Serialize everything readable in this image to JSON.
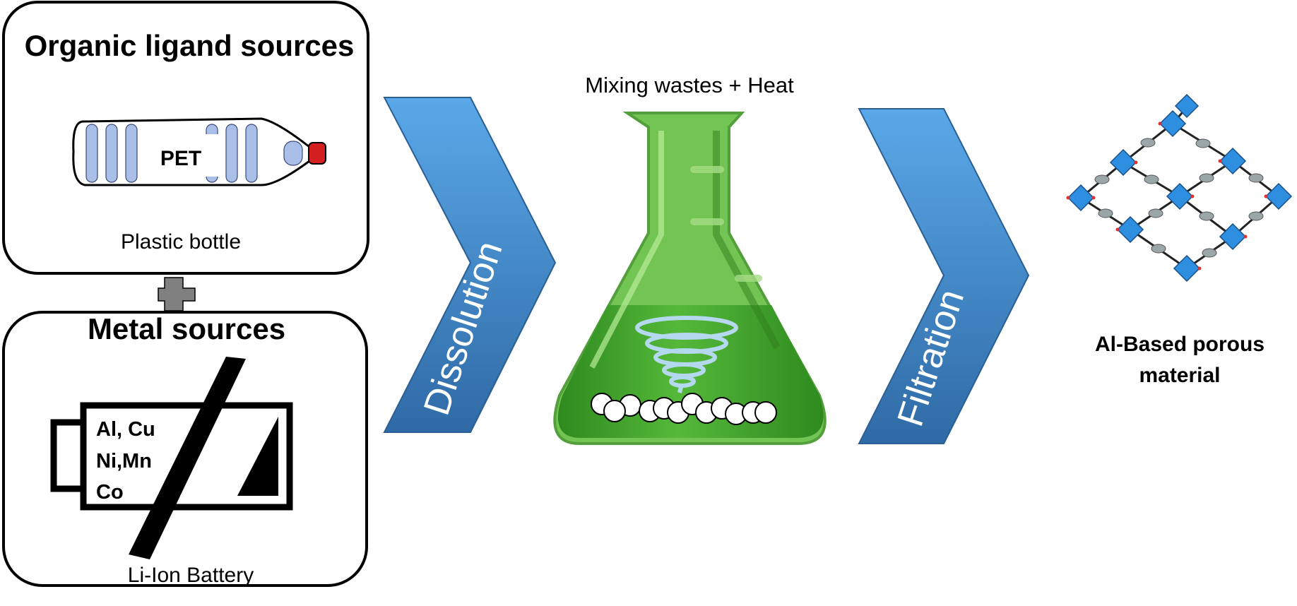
{
  "organic_box": {
    "title": "Organic ligand sources",
    "bottle_label": "PET",
    "caption": "Plastic bottle",
    "icon": "plastic-bottle-icon"
  },
  "plus_icon": "plus-icon",
  "metal_box": {
    "title": "Metal sources",
    "metals_line1": "Al, Cu",
    "metals_line2": "Ni,Mn",
    "metals_line3": "Co",
    "caption": "Li-Ion Battery",
    "icon": "battery-icon"
  },
  "step1": {
    "label": "Dissolution",
    "color": "#3f86c8"
  },
  "flask": {
    "caption": "Mixing wastes + Heat",
    "icon": "erlenmeyer-flask-icon",
    "liquid_color": "#3fa52c"
  },
  "step2": {
    "label": "Filtration",
    "color": "#3f86c8"
  },
  "product": {
    "line1": "Al-Based porous",
    "line2": "material",
    "icon": "mof-framework-icon",
    "node_color": "#2e8fe0"
  }
}
